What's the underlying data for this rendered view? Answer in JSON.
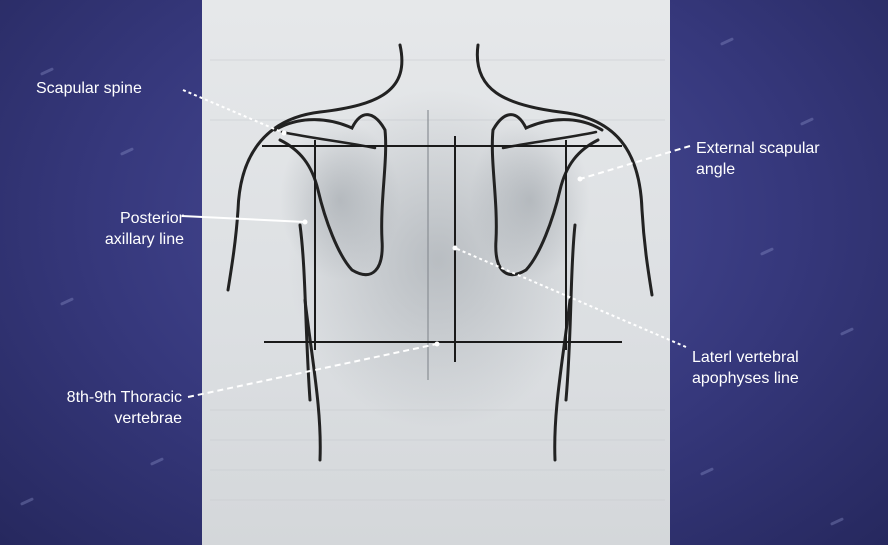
{
  "labels": {
    "scapular_spine": "Scapular spine",
    "posterior_axillary_line": [
      "Posterior",
      "axillary line"
    ],
    "thoracic_vertebrae": [
      "8th-9th Thoracic",
      "vertebrae"
    ],
    "external_scapular_angle": [
      "External scapular",
      "angle"
    ],
    "lateral_vertebral_line": [
      "Laterl vertebral",
      "apophyses line"
    ]
  },
  "colors": {
    "background": "#36387c",
    "panel": "#dcdfe2",
    "outline": "#222222",
    "label_text": "#ffffff"
  }
}
